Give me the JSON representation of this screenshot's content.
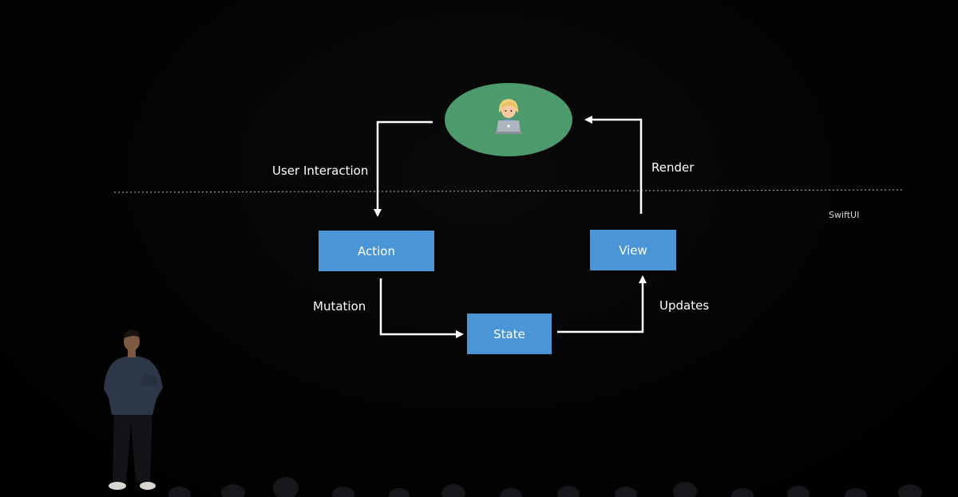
{
  "diagram": {
    "user_node": {
      "icon": "person-with-laptop-icon"
    },
    "boundary_label": "SwiftUI",
    "nodes": {
      "action": "Action",
      "view": "View",
      "state": "State"
    },
    "edges": {
      "user_interaction": "User Interaction",
      "render": "Render",
      "mutation": "Mutation",
      "updates": "Updates"
    },
    "colors": {
      "box_fill": "#4a95d5",
      "user_node_fill": "#4d9a6c",
      "arrow": "#ffffff",
      "background": "#000000"
    }
  },
  "scene": {
    "presenter": "presenter-figure",
    "audience": "audience-silhouettes"
  }
}
